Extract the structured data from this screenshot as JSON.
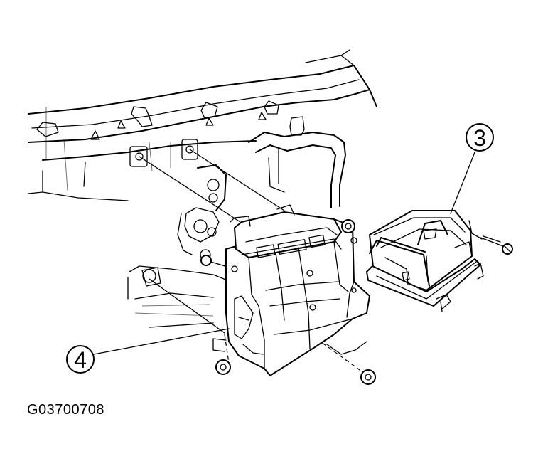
{
  "callouts": [
    {
      "number": "3",
      "target": "heater-unit-cover"
    },
    {
      "number": "4",
      "target": "heater-unit-case"
    }
  ],
  "figure_id": "G03700708"
}
